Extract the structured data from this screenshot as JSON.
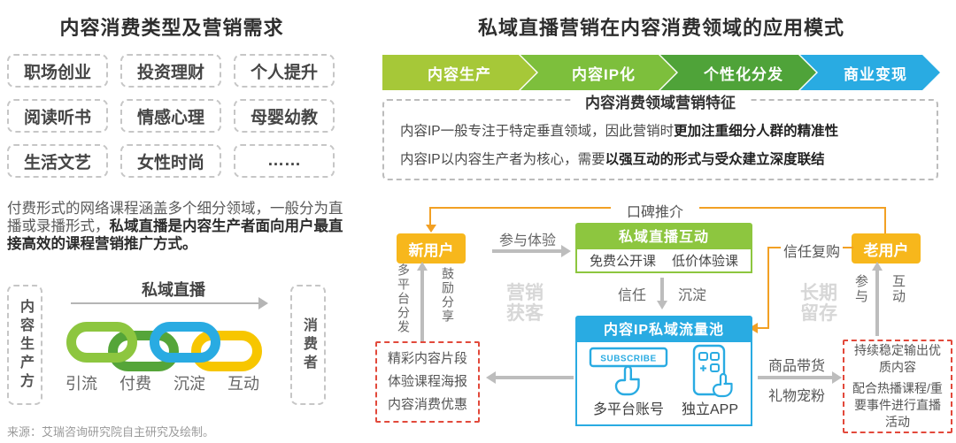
{
  "colors": {
    "yellow_box": "#F7B71C",
    "orange_line": "#F2A024",
    "green": "#8DC63F",
    "blue": "#29ABE2",
    "red_dashed": "#E2493B",
    "gray_arrow": "#BDBDBD"
  },
  "left": {
    "title": "内容消费类型及营销需求",
    "categories": [
      "职场创业",
      "投资理财",
      "个人提升",
      "阅读听书",
      "情感心理",
      "母婴幼教",
      "生活文艺",
      "女性时尚",
      "……"
    ],
    "paragraph_normal": "付费形式的网络课程涵盖多个细分领域，一般分为直播或录播形式，",
    "paragraph_bold": "私域直播是内容生产者面向用户最直接高效的课程营销推广方式。",
    "funnel": {
      "producer": "内容生产方",
      "consumer": "消费者",
      "arrow_label": "私域直播",
      "chain_labels": [
        "引流",
        "付费",
        "沉淀",
        "互动"
      ],
      "chain_colors": [
        "#8DC63F",
        "#55A539",
        "#29ABE2",
        "#F7C600"
      ]
    },
    "source": "来源：艾瑞咨询研究院自主研究及绘制。"
  },
  "right": {
    "title": "私域直播营销在内容消费领域的应用模式",
    "chevrons": [
      {
        "label": "内容生产",
        "color": "#A6C838"
      },
      {
        "label": "内容IP化",
        "color": "#7DBF3C"
      },
      {
        "label": "个性化分发",
        "color": "#4FA339"
      },
      {
        "label": "商业变现",
        "color": "#29ABE2"
      }
    ],
    "features": {
      "title": "内容消费领域营销特征",
      "line1_normal": "内容IP一般专注于特定垂直领域，因此营销时",
      "line1_bold": "更加注重细分人群的精准性",
      "line2_normal": "内容IP以内容生产者为核心，需要",
      "line2_bold": "以强互动的形式与受众建立深度联结"
    },
    "flow": {
      "word_of_mouth": "口碑推介",
      "new_user": "新用户",
      "old_user": "老用户",
      "join_experience": "参与体验",
      "marketing_acquisition": "营销\n获客",
      "long_term_retention": "长期\n留存",
      "multi_platform": "多平台分发",
      "encourage_share": "鼓励分享",
      "participate": "参与",
      "interact": "互动",
      "trust": "信任",
      "settle": "沉淀",
      "trust_repurchase": "信任复购",
      "live_box": {
        "title": "私域直播互动",
        "item1": "免费公开课",
        "item2": "低价体验课"
      },
      "pool_box": {
        "title": "内容IP私域流量池",
        "subscribe_text": "SUBSCRIBE",
        "subscribe_label": "多平台账号",
        "app_label": "独立APP"
      },
      "left_red_box": [
        "精彩内容片段",
        "体验课程海报",
        "内容消费优惠"
      ],
      "right_red_box": [
        "持续稳定输出优质内容",
        "配合热播课程/重要事件进行直播活动"
      ],
      "goods": "商品带货",
      "gifts": "礼物宠粉"
    }
  }
}
